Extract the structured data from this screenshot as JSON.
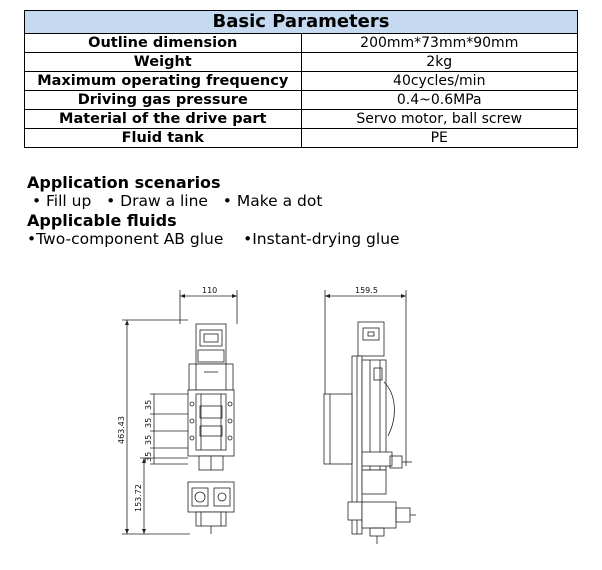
{
  "table": {
    "title": "Basic Parameters",
    "rows": [
      {
        "key": "Outline dimension",
        "value": "200mm*73mm*90mm"
      },
      {
        "key": "Weight",
        "value": "2kg"
      },
      {
        "key": "Maximum operating frequency",
        "value": "40cycles/min"
      },
      {
        "key": "Driving gas pressure",
        "value": "0.4~0.6MPa"
      },
      {
        "key": "Material of the drive part",
        "value": "Servo motor, ball screw"
      },
      {
        "key": "Fluid tank",
        "value": "PE"
      }
    ]
  },
  "applications": {
    "heading": "Application scenarios",
    "items": [
      "• Fill up",
      "• Draw a line",
      "• Make a dot"
    ]
  },
  "fluids": {
    "heading": "Applicable fluids",
    "items": [
      "•Two-component AB glue",
      "•Instant-drying glue"
    ]
  },
  "drawing": {
    "front_width": "110",
    "side_width": "159.5",
    "total_height": "463.43",
    "lower_height": "153.72",
    "step_35_a": "35",
    "step_35_b": "35",
    "step_35_c": "35",
    "step_35_d": "35"
  }
}
